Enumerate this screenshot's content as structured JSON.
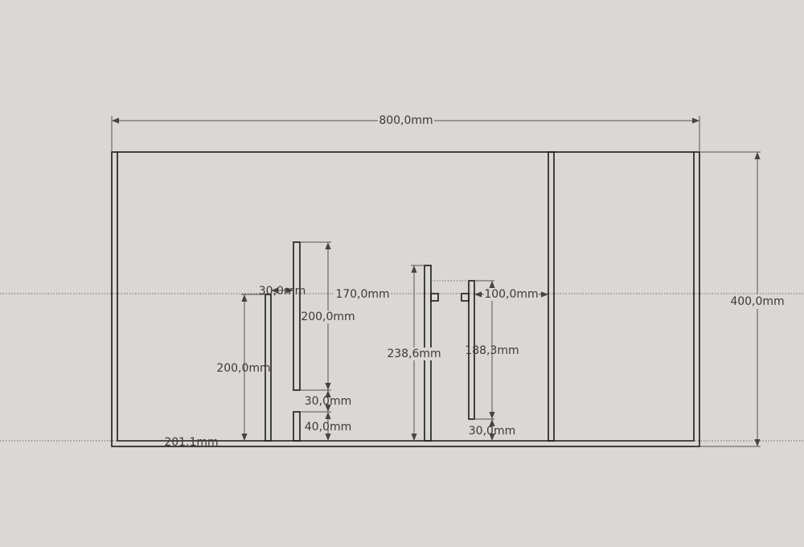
{
  "canvas": {
    "background": "#d9d8d4",
    "edge_color": "#1a1a1a"
  },
  "dimensions": {
    "overall_width": "800,0mm",
    "overall_height": "400,0mm",
    "left_panel_height": "200,0mm",
    "left_gap": "30,0mm",
    "center_span": "170,0mm",
    "upper_panel_height": "200,0mm",
    "upper_gap": "30,0mm",
    "lower_stub_height": "40,0mm",
    "mid_panel_height": "238,6mm",
    "right_panel_height": "188,3mm",
    "right_gap": "30,0mm",
    "right_span": "100,0mm",
    "bottom_offset": "201,1mm"
  }
}
